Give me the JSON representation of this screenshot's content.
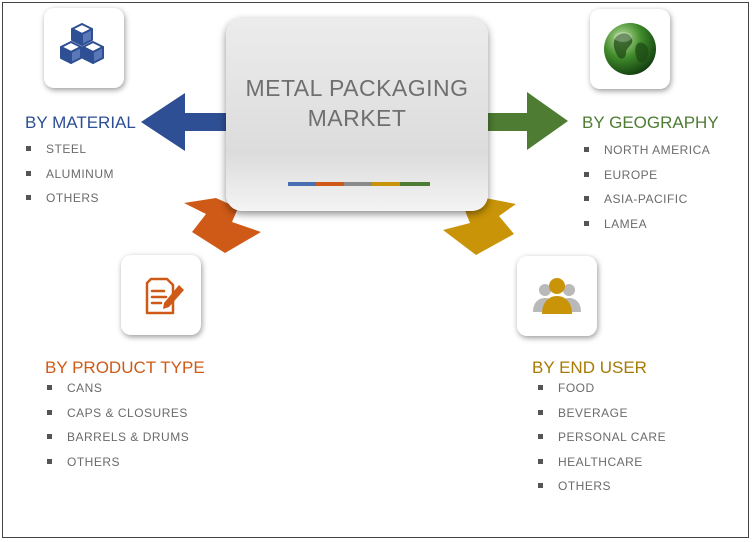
{
  "center": {
    "title": "METAL PACKAGING\nMARKET"
  },
  "colors": {
    "blue": "#2e4f94",
    "green": "#4d7c32",
    "orange": "#cf5a17",
    "gold": "#c99407",
    "gray": "#8a8a8a"
  },
  "segments": {
    "material": {
      "heading": "BY MATERIAL",
      "icon": "cubes-icon",
      "items": [
        "STEEL",
        "ALUMINUM",
        "OTHERS"
      ]
    },
    "geography": {
      "heading": "BY GEOGRAPHY",
      "icon": "globe-icon",
      "items": [
        "NORTH AMERICA",
        "EUROPE",
        "ASIA-PACIFIC",
        "LAMEA"
      ]
    },
    "product_type": {
      "heading": "BY PRODUCT TYPE",
      "icon": "document-edit-icon",
      "items": [
        "CANS",
        "CAPS & CLOSURES",
        "BARRELS & DRUMS",
        "OTHERS"
      ]
    },
    "end_user": {
      "heading": "BY END USER",
      "icon": "users-icon",
      "items": [
        "FOOD",
        "BEVERAGE",
        "PERSONAL CARE",
        "HEALTHCARE",
        "OTHERS"
      ]
    }
  }
}
